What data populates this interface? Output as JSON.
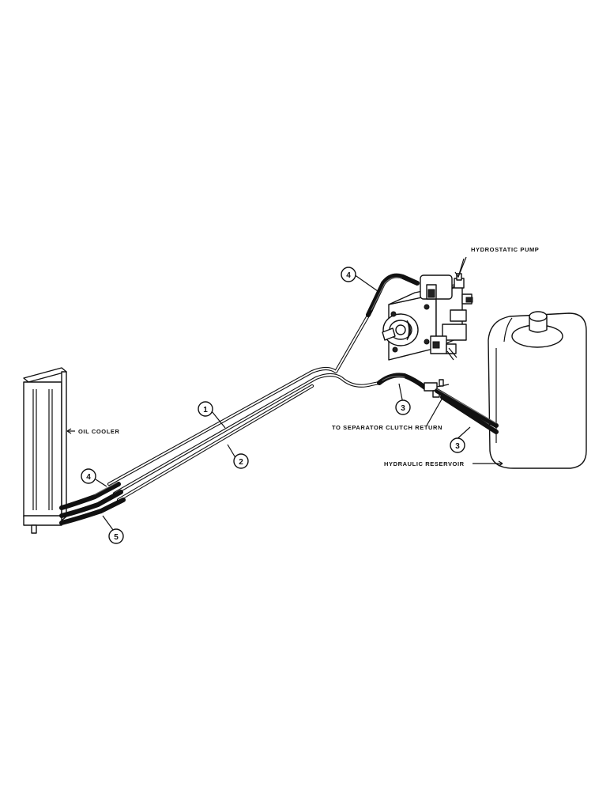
{
  "labels": {
    "hydrostatic_pump": "HYDROSTATIC PUMP",
    "oil_cooler": "OIL COOLER",
    "separator_clutch_return": "TO SEPARATOR CLUTCH RETURN",
    "hydraulic_reservoir": "HYDRAULIC RESERVOIR"
  },
  "callouts": {
    "c1": "1",
    "c2": "2",
    "c3a": "3",
    "c3b": "3",
    "c4a": "4",
    "c4b": "4",
    "c5": "5"
  }
}
